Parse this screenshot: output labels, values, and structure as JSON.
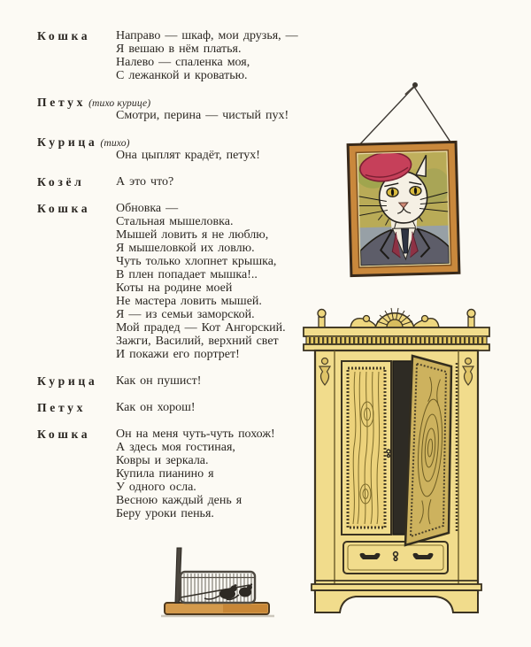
{
  "dialogue": [
    {
      "speaker": "Кошка",
      "direction": "",
      "lines": [
        "Направо — шкаф, мои друзья, —",
        "Я вешаю в нём платья.",
        "Налево — спаленка моя,",
        "С лежанкой и кроватью."
      ]
    },
    {
      "speaker": "Петух",
      "direction": "(тихо курице)",
      "lines": [
        "Смотри, перина — чистый пух!"
      ]
    },
    {
      "speaker": "Курица",
      "direction": "(тихо)",
      "lines": [
        "Она цыплят крадёт, петух!"
      ]
    },
    {
      "speaker": "Козёл",
      "direction": "",
      "lines": [
        "А это что?"
      ]
    },
    {
      "speaker": "Кошка",
      "direction": "",
      "lines": [
        "Обновка —",
        "Стальная мышеловка.",
        "Мышей ловить я не люблю,",
        "Я мышеловкой их ловлю.",
        "Чуть только хлопнет крышка,",
        "В плен попадает мышка!..",
        "Коты на родине моей",
        "Не мастера ловить мышей.",
        "Я — из семьи заморской.",
        "Мой прадед — Кот Ангорский.",
        "Зажги, Василий, верхний свет",
        "И покажи его портрет!"
      ]
    },
    {
      "speaker": "Курица",
      "direction": "",
      "lines": [
        "Как он пушист!"
      ]
    },
    {
      "speaker": "Петух",
      "direction": "",
      "lines": [
        "Как он хорош!"
      ]
    },
    {
      "speaker": "Кошка",
      "direction": "",
      "lines": [
        "Он на меня чуть-чуть похож!",
        "А здесь моя гостиная,",
        "Ковры и зеркала.",
        "Купила пианино я",
        "У одного осла.",
        "Весною каждый день я",
        "Беру уроки пенья."
      ]
    }
  ],
  "illustrations": {
    "cat_portrait": "cat-portrait-in-red-beret",
    "wardrobe": "yellow-wardrobe-open-door",
    "mousetrap": "cage-mousetrap-with-mice"
  },
  "colors": {
    "paper": "#fcfaf4",
    "ink": "#2b2722",
    "frame_orange": "#c9883c",
    "beret_red": "#c6405a",
    "jacket_grey": "#5d5d69",
    "portrait_bg_olive": "#b9ab57",
    "wardrobe_yellow": "#f1dc8c",
    "wardrobe_grain": "#7e6c2b",
    "wardrobe_interior": "#2e2b24",
    "open_door_tan": "#cdb25e",
    "trap_wood": "#d49a4c",
    "cage_grey": "#4f4a42"
  }
}
